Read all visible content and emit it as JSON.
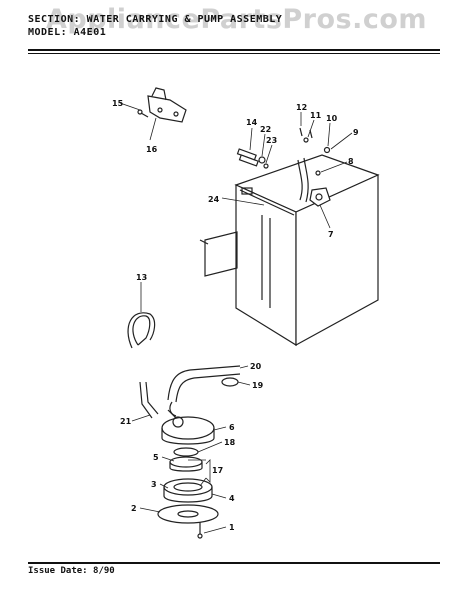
{
  "header": {
    "section": "SECTION: WATER CARRYING & PUMP ASSEMBLY",
    "model": "MODEL: A4E01"
  },
  "watermark": "AppliancePartsPros.com",
  "footer": {
    "issue": "Issue Date: 8/90"
  },
  "callouts": [
    "1",
    "2",
    "3",
    "4",
    "5",
    "6",
    "7",
    "8",
    "9",
    "10",
    "11",
    "12",
    "13",
    "14",
    "15",
    "16",
    "17",
    "18",
    "19",
    "20",
    "21",
    "22",
    "23",
    "24"
  ]
}
